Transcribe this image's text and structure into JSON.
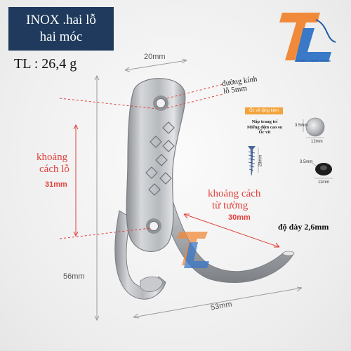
{
  "title": {
    "line1": "INOX .hai lỗ",
    "line2": "hai móc"
  },
  "weight": "TL : 26,4 g",
  "dimensions": {
    "width_top": "20mm",
    "height": "56mm",
    "length": "53mm",
    "hole_spacing_label": [
      "khoảng",
      "cách lỗ"
    ],
    "hole_spacing_value": "31mm",
    "hole_diameter_label": [
      "đường kính",
      "lỗ 5mm"
    ],
    "wall_distance_label": [
      "khoảng cách",
      "từ tường"
    ],
    "wall_distance_value": "30mm",
    "thickness": "độ dày 2,6mm"
  },
  "kit": {
    "tag": "Ốc vít tặng kèm",
    "desc": [
      "Nắp trang trí",
      "Miếng đệm cao su",
      "Ốc vít"
    ],
    "screw_len": "28mm",
    "cap_height": "3.5mm",
    "cap_diameter": "12mm",
    "washer_height": "3.5mm",
    "washer_diameter": "11mm"
  },
  "brand": {
    "store": "TRỌNG LƯỢNG STORE"
  },
  "colors": {
    "title_bg": "#1f3a5c",
    "accent_red": "#e0413d",
    "kit_orange": "#f2a43a",
    "brand_blue": "#1f5aa0"
  }
}
